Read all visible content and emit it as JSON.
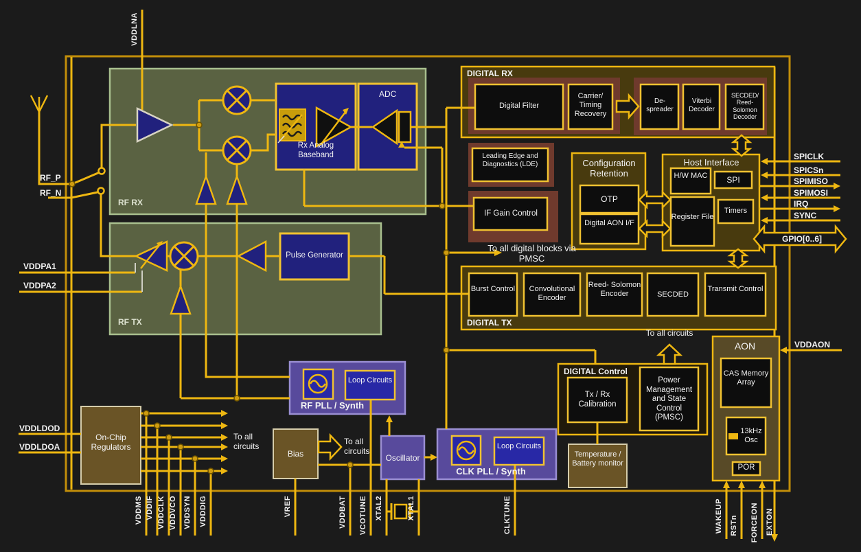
{
  "chip": {
    "rf_rx": {
      "title": "RF RX",
      "adc": "ADC",
      "baseband": "Rx Analog Baseband"
    },
    "rf_tx": {
      "title": "RF TX",
      "pulse_generator": "Pulse Generator"
    },
    "digital_rx": {
      "title": "DIGITAL RX",
      "digital_filter": "Digital Filter",
      "carrier_timing": "Carrier/ Timing Recovery",
      "despreader": "De- spreader",
      "viterbi": "Viterbi Decoder",
      "secded_rs_decoder": "SECDED/ Reed- Solomon Decoder"
    },
    "lde": "Leading Edge and Diagnostics (LDE)",
    "if_gain": "IF Gain Control",
    "config_retention": {
      "title": "Configuration Retention",
      "otp": "OTP",
      "digital_aon_if": "Digital AON I/F"
    },
    "host_interface": {
      "title": "Host Interface",
      "hw_mac": "H/W MAC",
      "spi": "SPI",
      "register_file": "Register File",
      "timers": "Timers"
    },
    "digital_tx": {
      "title": "DIGITAL TX",
      "burst": "Burst Control",
      "conv": "Convolutional Encoder",
      "rs_encoder": "Reed- Solomon Encoder",
      "secded": "SECDED",
      "transmit": "Transmit Control"
    },
    "digital_control": {
      "title": "DIGITAL Control",
      "txrx_cal": "Tx / Rx Calibration",
      "pmsc": "Power Management and State Control (PMSC)"
    },
    "temp_monitor": "Temperature / Battery monitor",
    "aon": {
      "title": "AON",
      "cas": "CAS Memory Array",
      "osc_13k": "13kHz Osc",
      "por": "POR"
    },
    "pll": {
      "rf_pll": "RF PLL / Synth",
      "clk_pll": "CLK PLL / Synth",
      "loop": "Loop Circuits",
      "oscillator": "Oscillator"
    },
    "bias": "Bias",
    "regulators": "On-Chip Regulators",
    "notes": {
      "to_all_circuits": "To all circuits",
      "to_all_digital": "To all digital blocks via PMSC"
    },
    "pins": {
      "vddlna": "VDDLNA",
      "rf_p": "RF_P",
      "rf_n": "RF_N",
      "vddpa1": "VDDPA1",
      "vddpa2": "VDDPA2",
      "vddldod": "VDDLDOD",
      "vddldoa": "VDDLDOA",
      "vddms": "VDDMS",
      "vddif": "VDDIF",
      "vddclk": "VDDCLK",
      "vddvco": "VDDVCO",
      "vddsyn": "VDDSYN",
      "vdddig": "VDDDIG",
      "vref": "VREF",
      "vddbat": "VDDBAT",
      "vcotune": "VCOTUNE",
      "xtal2": "XTAL2",
      "xtal1": "XTAL1",
      "clktune": "CLKTUNE",
      "spiclk": "SPICLK",
      "spicsn": "SPICSn",
      "spimiso": "SPIMISO",
      "spimosi": "SPIMOSI",
      "irq": "IRQ",
      "sync": "SYNC",
      "gpio": "GPIO[0..6]",
      "vddaon": "VDDAON",
      "wakeup": "WAKEUP",
      "rstn": "RSTn",
      "forceon": "FORCEON",
      "exton": "EXTON"
    },
    "colors": {
      "wire": "#eeb711",
      "navy": "#21217d",
      "green": "#5a6242",
      "olive": "#483a0e",
      "maroon": "#6f3a2d",
      "purple": "#584a9c",
      "brown": "#6a5426"
    }
  }
}
